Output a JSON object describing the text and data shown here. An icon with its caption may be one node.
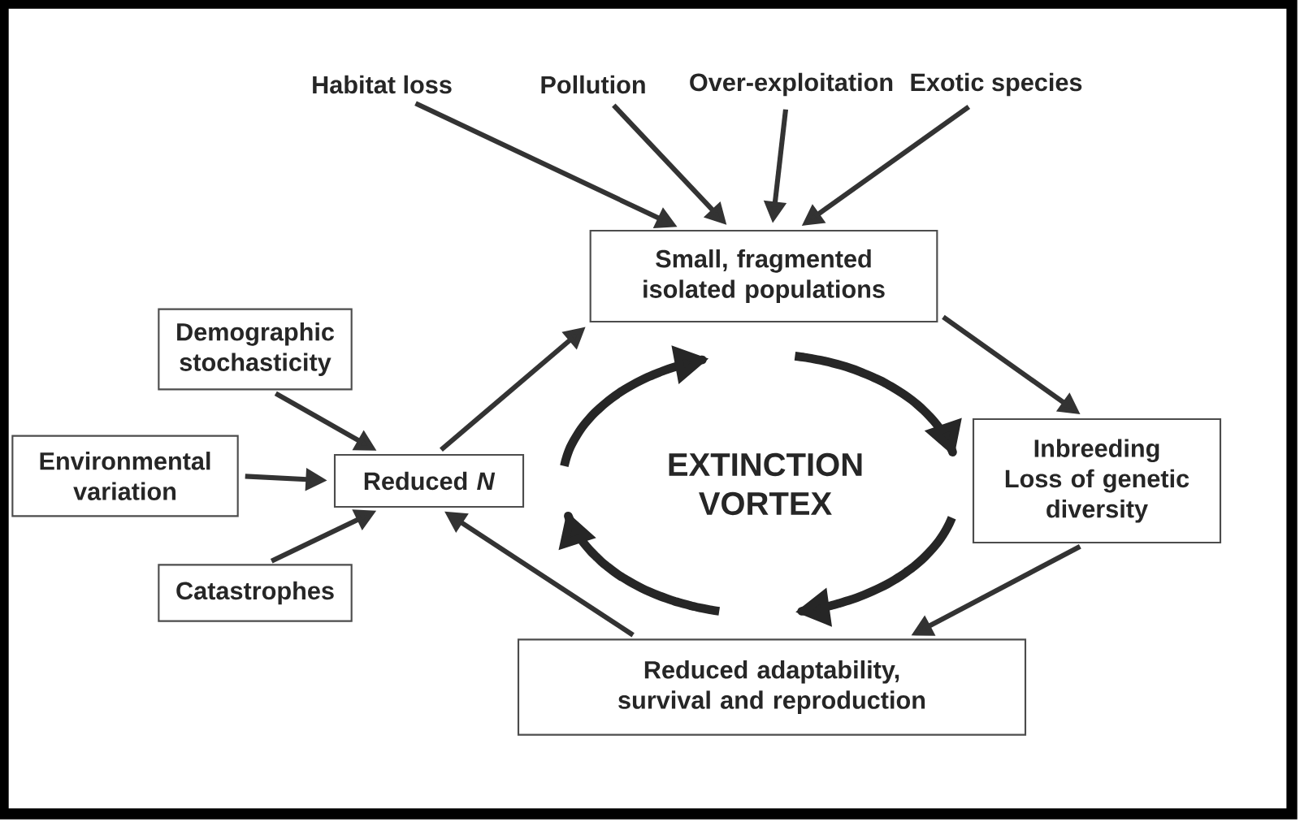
{
  "diagram": {
    "nodes": [
      {
        "text": [
          "Habitat loss"
        ]
      },
      {
        "text": [
          "Pollution"
        ]
      },
      {
        "text": [
          "Over-exploitation"
        ]
      },
      {
        "text": [
          "Exotic species"
        ]
      },
      {
        "text": [
          "Small, fragmented isolated populations"
        ]
      },
      {
        "text": [
          "Demographic stochasticity"
        ]
      },
      {
        "text": [
          "Environmental variation"
        ]
      },
      {
        "text": [
          "Catastrophes"
        ]
      },
      {
        "text": [
          "Reduced *N*"
        ]
      },
      {
        "text": [
          "Inbreeding Loss of genetic diversity"
        ]
      },
      {
        "text": [
          "Reduced adaptability, survival and reproduction"
        ]
      }
    ],
    "edges": [
      {
        "from": 0,
        "to": 4,
        "arrow": "to"
      },
      {
        "from": 1,
        "to": 4,
        "arrow": "to"
      },
      {
        "from": 2,
        "to": 4,
        "arrow": "to"
      },
      {
        "from": 3,
        "to": 4,
        "arrow": "to"
      },
      {
        "from": 5,
        "to": 8,
        "arrow": "to"
      },
      {
        "from": 6,
        "to": 8,
        "arrow": "to"
      },
      {
        "from": 7,
        "to": 8,
        "arrow": "to"
      },
      {
        "from": 8,
        "to": 4,
        "arrow": "to"
      },
      {
        "from": 4,
        "to": 9,
        "arrow": "to"
      },
      {
        "from": 9,
        "to": 10,
        "arrow": "to"
      },
      {
        "from": 10,
        "to": 8,
        "arrow": "to"
      }
    ],
    "labels": [
      "EXTINCTION VORTEX"
    ]
  }
}
